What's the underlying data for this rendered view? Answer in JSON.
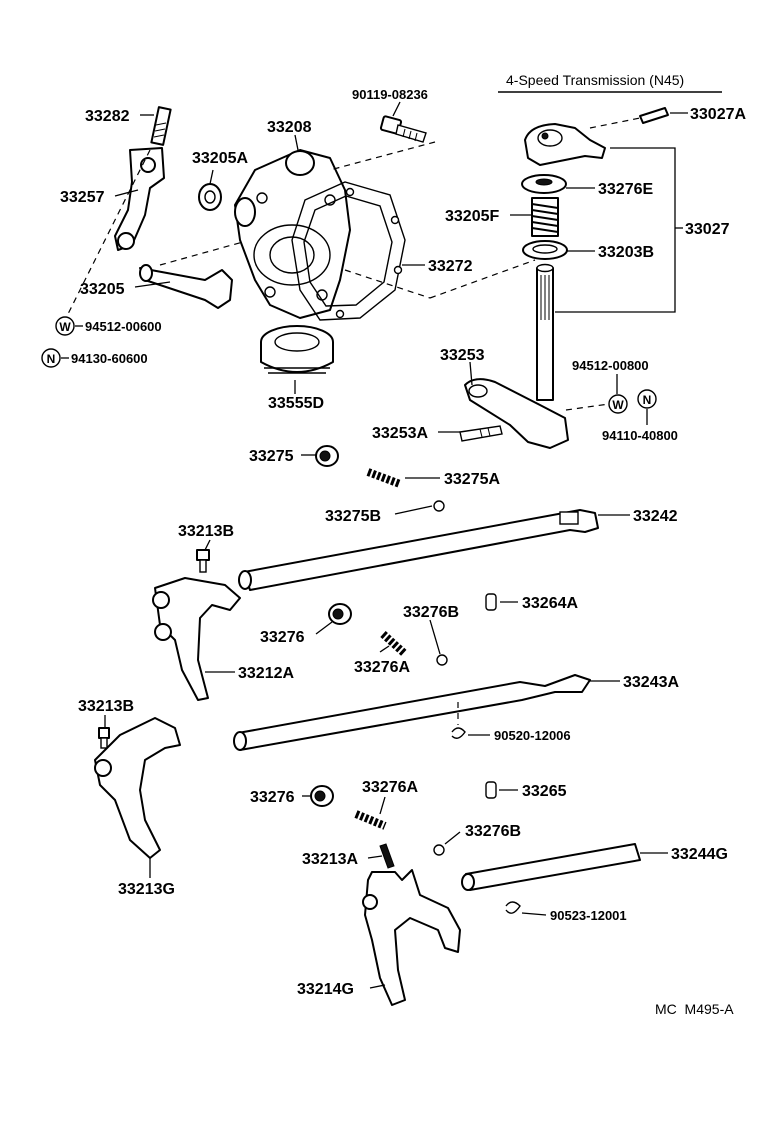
{
  "title": "4-Speed Transmission (N45)",
  "footer_code": "MC  M495-A",
  "labels": {
    "p33282": "33282",
    "p33257": "33257",
    "p33205A": "33205A",
    "p33208": "33208",
    "p90119": "90119-08236",
    "p33205": "33205",
    "p94512_06": "94512-00600",
    "p94130": "94130-60600",
    "p33272": "33272",
    "p33555D": "33555D",
    "p33027A": "33027A",
    "p33276E": "33276E",
    "p33205F": "33205F",
    "p33027": "33027",
    "p33203B": "33203B",
    "p33253": "33253",
    "p94512_08": "94512-00800",
    "p33253A": "33253A",
    "p94110": "94110-40800",
    "p33275": "33275",
    "p33275A": "33275A",
    "p33275B": "33275B",
    "p33242": "33242",
    "p33213B_1": "33213B",
    "p33264A": "33264A",
    "p33276B_1": "33276B",
    "p33276_1": "33276",
    "p33276A_1": "33276A",
    "p33212A": "33212A",
    "p33243A": "33243A",
    "p33213B_2": "33213B",
    "p90520": "90520-12006",
    "p33276_2": "33276",
    "p33276A_2": "33276A",
    "p33265": "33265",
    "p33276B_2": "33276B",
    "p33213A": "33213A",
    "p33244G": "33244G",
    "p33213G": "33213G",
    "p90523": "90523-12001",
    "p33214G": "33214G",
    "w_symbol": "W",
    "n_symbol": "N"
  }
}
